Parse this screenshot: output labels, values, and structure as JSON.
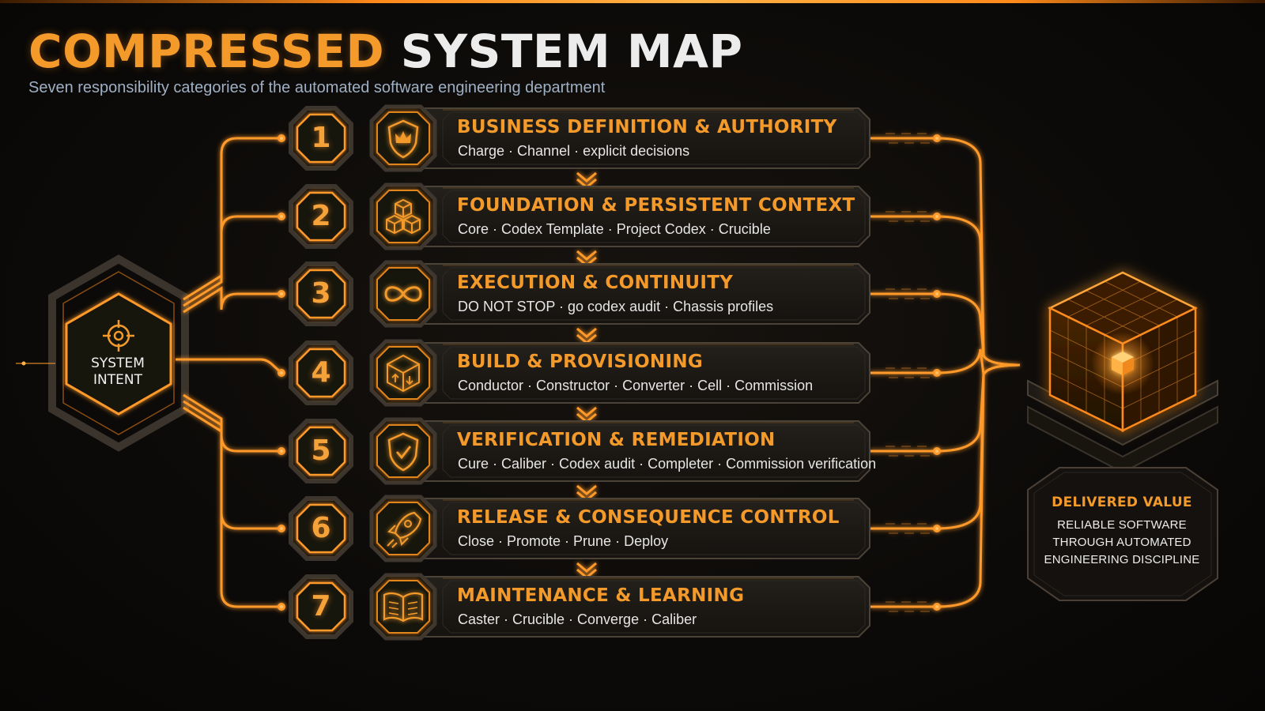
{
  "header": {
    "title_part1": "COMPRESSED",
    "title_part2": "SYSTEM MAP",
    "subtitle": "Seven responsibility categories of the automated software engineering department"
  },
  "source": {
    "label_line1": "SYSTEM",
    "label_line2": "INTENT",
    "icon": "target-icon"
  },
  "categories": [
    {
      "number": "1",
      "title": "BUSINESS DEFINITION & AUTHORITY",
      "items": "Charge · Channel · explicit decisions",
      "icon": "crown-shield-icon"
    },
    {
      "number": "2",
      "title": "FOUNDATION & PERSISTENT CONTEXT",
      "items": "Core · Codex Template · Project Codex · Crucible",
      "icon": "stacked-cubes-icon"
    },
    {
      "number": "3",
      "title": "EXECUTION & CONTINUITY",
      "items": "DO NOT STOP · go codex audit · Chassis profiles",
      "icon": "infinity-icon"
    },
    {
      "number": "4",
      "title": "BUILD & PROVISIONING",
      "items": "Conductor · Constructor · Converter · Cell · Commission",
      "icon": "cube-build-icon"
    },
    {
      "number": "5",
      "title": "VERIFICATION & REMEDIATION",
      "items": "Cure · Caliber · Codex audit · Completer · Commission verification",
      "icon": "shield-check-icon"
    },
    {
      "number": "6",
      "title": "RELEASE & CONSEQUENCE CONTROL",
      "items": "Close · Promote · Prune · Deploy",
      "icon": "rocket-icon"
    },
    {
      "number": "7",
      "title": "MAINTENANCE & LEARNING",
      "items": "Caster · Crucible · Converge · Caliber",
      "icon": "open-book-icon"
    }
  ],
  "output": {
    "heading": "DELIVERED VALUE",
    "line1": "RELIABLE SOFTWARE",
    "line2": "THROUGH AUTOMATED",
    "line3": "ENGINEERING DISCIPLINE",
    "icon": "glowing-cube-icon"
  },
  "colors": {
    "accent": "#f39a2a",
    "accent_bright": "#ffb347",
    "background": "#0d0b09",
    "panel": "#1d1a16",
    "text": "#e6e6e6",
    "subtitle": "#9fb0c4"
  }
}
